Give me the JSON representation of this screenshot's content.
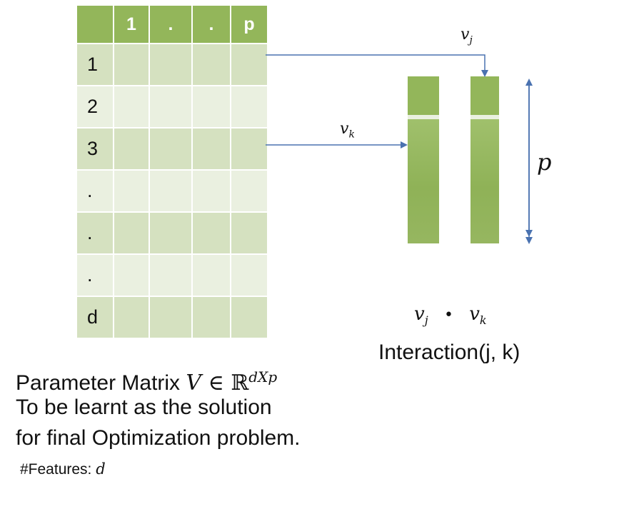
{
  "matrix": {
    "col_headers": [
      "",
      "1",
      ".",
      ".",
      "p"
    ],
    "row_labels": [
      "1",
      "2",
      "3",
      ".",
      ".",
      ".",
      "d"
    ]
  },
  "vectors": {
    "vj_label": "v",
    "vj_sub": "j",
    "vk_label": "v",
    "vk_sub": "k",
    "p_label": "p"
  },
  "interaction": {
    "dot_formula_left": "v",
    "dot_formula_left_sub": "j",
    "dot_symbol": "•",
    "dot_formula_right": "v",
    "dot_formula_right_sub": "k",
    "title": "Interaction(j, k)"
  },
  "caption": {
    "line1_text": "Parameter Matrix ",
    "line1_math_var": "V",
    "line1_math_in": " ∈ ",
    "line1_math_set": "ℝ",
    "line1_math_sup": "dXp",
    "line2": "To be learnt as the solution",
    "line3": "for final Optimization problem.",
    "features_text": "#Features: ",
    "features_var": "d"
  },
  "colors": {
    "header_green": "#93b65a",
    "row_light": "#eaf0e0",
    "row_mid": "#d5e1c0",
    "arrow_blue": "#4a72b0"
  }
}
